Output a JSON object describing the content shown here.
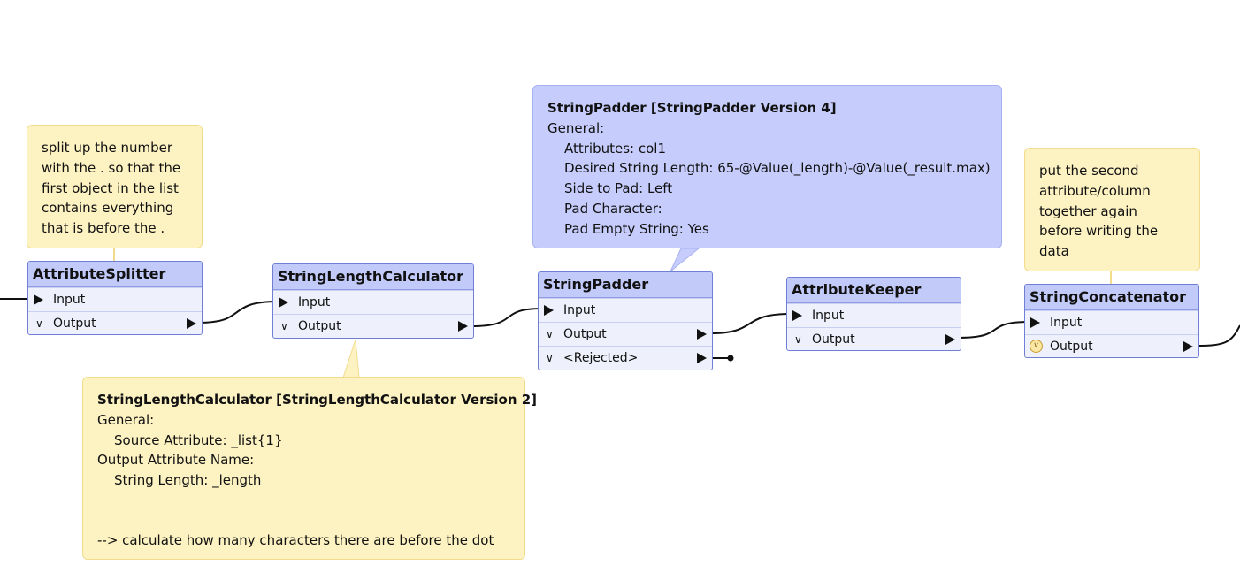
{
  "colors": {
    "node_title_bg": "#c2cafa",
    "node_body_bg": "#eef0fb",
    "node_border": "#6f7fd6",
    "note_yellow_bg": "#fdf2c2",
    "note_blue_bg": "#c6cdfc",
    "wire": "#111111"
  },
  "nodes": {
    "attribute_splitter": {
      "title": "AttributeSplitter",
      "ports": {
        "input": "Input",
        "output": "Output"
      }
    },
    "string_length_calculator": {
      "title": "StringLengthCalculator",
      "ports": {
        "input": "Input",
        "output": "Output"
      }
    },
    "string_padder": {
      "title": "StringPadder",
      "ports": {
        "input": "Input",
        "output": "Output",
        "rejected": "<Rejected>"
      }
    },
    "attribute_keeper": {
      "title": "AttributeKeeper",
      "ports": {
        "input": "Input",
        "output": "Output"
      }
    },
    "string_concatenator": {
      "title": "StringConcatenator",
      "ports": {
        "input": "Input",
        "output": "Output"
      }
    }
  },
  "notes": {
    "splitter_note": {
      "lines": [
        "split up the number",
        "with the . so that the",
        "first object in the list",
        "contains everything",
        "that is before the ."
      ]
    },
    "concatenator_note": {
      "lines": [
        "put the second",
        "attribute/column",
        "together again",
        "before writing the",
        "data"
      ]
    },
    "padder_tooltip": {
      "title": "StringPadder [StringPadder Version 4]",
      "general": "General:",
      "attributes": "Attributes: col1",
      "desired_length": "Desired String Length: 65-@Value(_length)-@Value(_result.max)",
      "side": "Side to Pad: Left",
      "pad_char": "Pad Character:",
      "pad_empty": "Pad Empty String: Yes"
    },
    "length_calc_tooltip": {
      "title": "StringLengthCalculator [StringLengthCalculator Version 2]",
      "general": "General:",
      "source": "Source Attribute: _list{1}",
      "output_header": "Output Attribute Name:",
      "string_length": "String Length: _length",
      "comment": "--> calculate how many characters there are before the dot"
    }
  }
}
